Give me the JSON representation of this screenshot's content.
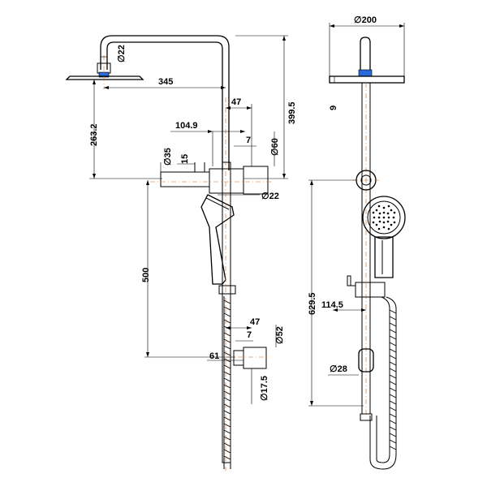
{
  "dimensions": {
    "d22_top": "∅22",
    "d345": "345",
    "d399_5": "399.5",
    "d263_2": "263.2",
    "d47_top": "47",
    "d104_9": "104.9",
    "d7_top": "7",
    "d60": "∅60",
    "d35": "∅35",
    "d15": "15",
    "d22_mid": "∅22",
    "d500": "500",
    "d47_bot": "47",
    "d7_bot": "7",
    "d52": "∅52",
    "d61": "61",
    "d17_5": "∅17.5",
    "d200": "∅200",
    "d9": "9",
    "d629_5": "629.5",
    "d114_5": "114.5",
    "d28": "∅28"
  },
  "colors": {
    "centerline": "#cc6a1f",
    "outline": "#000000",
    "accent": "#2a6ad8"
  }
}
